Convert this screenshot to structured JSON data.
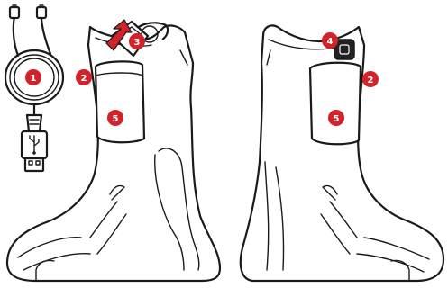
{
  "diagram": {
    "badge_color": "#d2232a",
    "badges": {
      "b1": "1",
      "b2_left": "2",
      "b3": "3",
      "b5_left": "5",
      "b4": "4",
      "b2_right": "2",
      "b5_right": "5"
    },
    "icons": {
      "usb": "usb-icon",
      "power": "power-button-icon",
      "arrow": "insert-arrow-icon"
    }
  }
}
